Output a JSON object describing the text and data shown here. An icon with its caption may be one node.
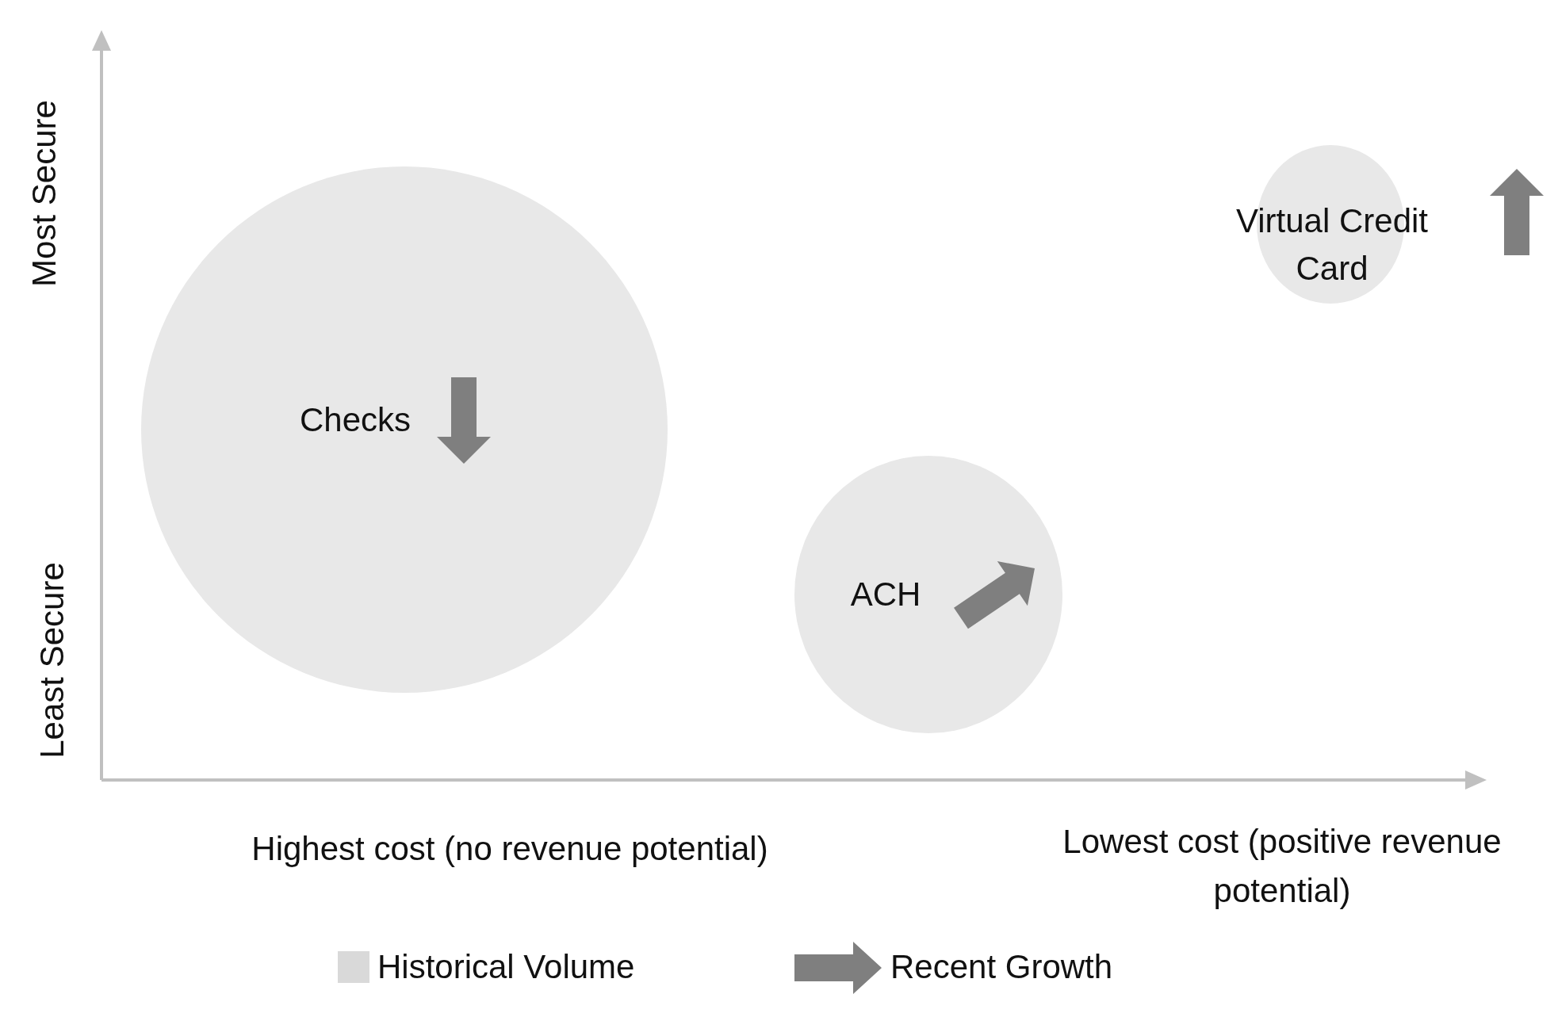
{
  "diagram": {
    "nodes": [
      {
        "text": [
          "Checks"
        ]
      },
      {
        "text": [
          "ACH"
        ]
      },
      {
        "text": [
          "Virtual Credit Card"
        ]
      }
    ],
    "labels": [
      "Most Secure",
      "Least Secure",
      "Highest cost (no revenue potential)",
      "Lowest cost (positive revenue potential)"
    ],
    "legend": [
      {
        "text": "Historical Volume",
        "color": "#d9d9d9"
      },
      {
        "text": "Recent Growth"
      }
    ]
  }
}
